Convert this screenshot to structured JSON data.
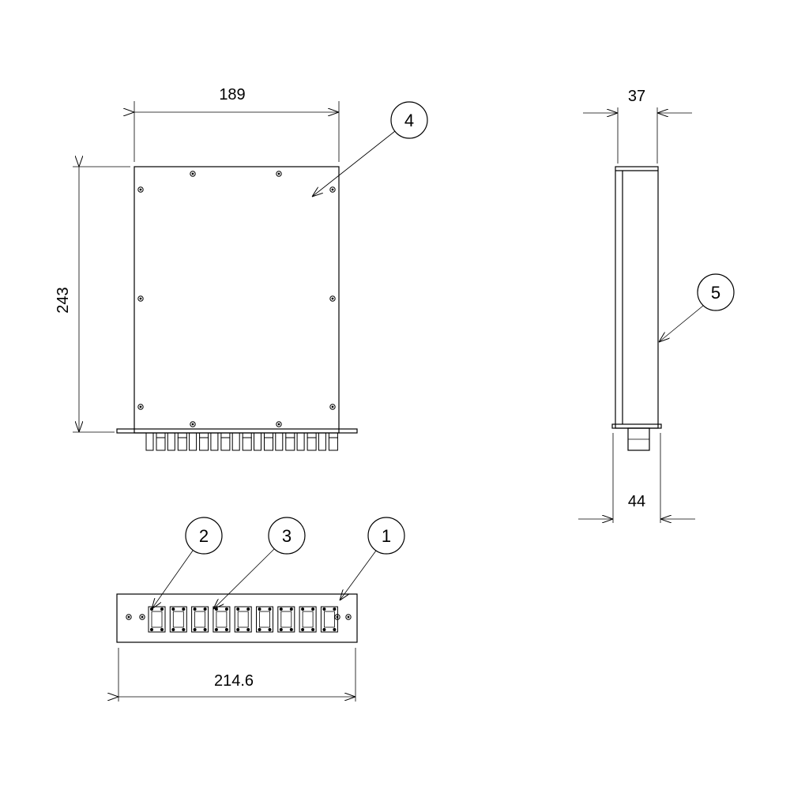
{
  "dimensions": {
    "width_top": "189",
    "height_front": "243",
    "depth_side": "37",
    "depth_side_bottom": "44",
    "width_bottom": "214.6"
  },
  "balloons": [
    "1",
    "2",
    "3",
    "4",
    "5"
  ],
  "port_count": 9
}
